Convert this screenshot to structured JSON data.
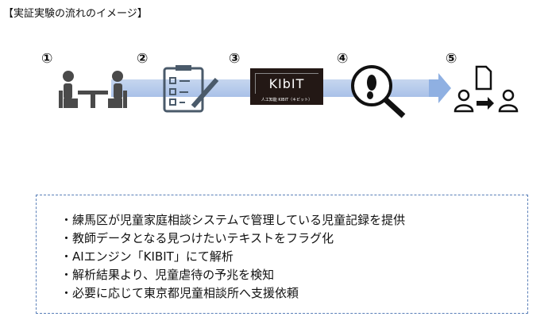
{
  "title": "【実証実験の流れのイメージ】",
  "steps": [
    "①",
    "②",
    "③",
    "④",
    "⑤"
  ],
  "kibit": {
    "logo": "KIbIT",
    "subtitle": "人工知能 KIBIT（キビット）"
  },
  "bullets": [
    "・練馬区が児童家庭相談システムで管理している児童記録を提供",
    "・教師データとなる見つけたいテキストをフラグ化",
    "・AIエンジン「KIBIT」にて解析",
    "・解析結果より、児童虐待の予兆を検知",
    "・必要に応じて東京都児童相談所へ支援依頼"
  ],
  "colors": {
    "arrow": "#a9c1e8",
    "icon": "#4a4a4a",
    "border": "#5a7fb8"
  }
}
